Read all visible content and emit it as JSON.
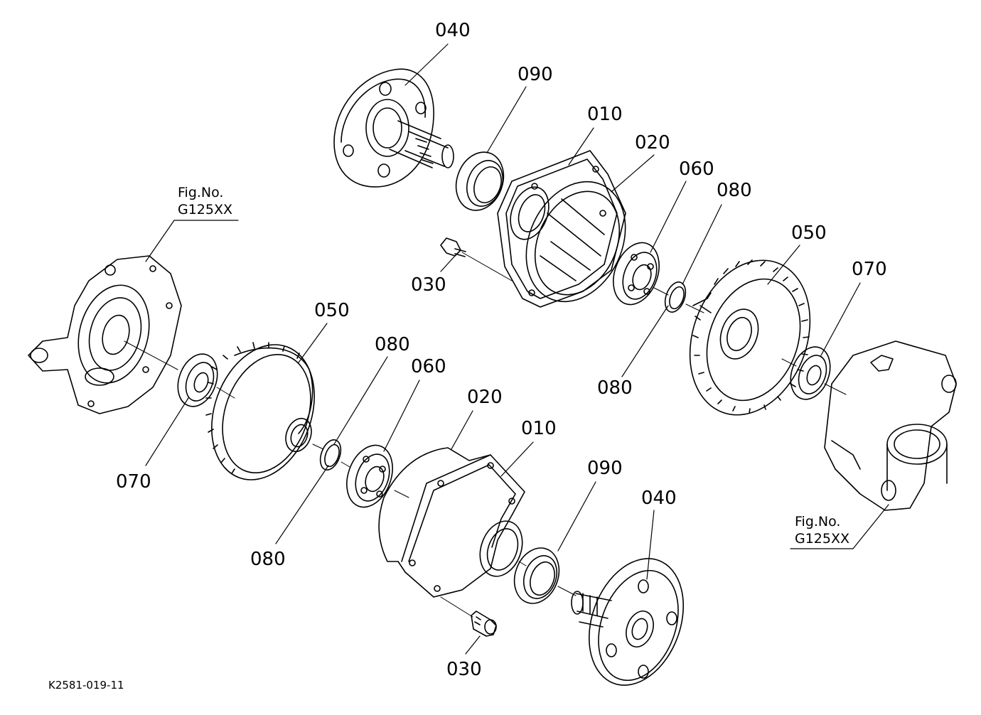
{
  "diagram": {
    "drawing_code": "K2581-019-11",
    "fig_refs": [
      {
        "line1": "Fig.No.",
        "line2": "G125XX"
      },
      {
        "line1": "Fig.No.",
        "line2": "G125XX"
      }
    ],
    "callouts_upper": {
      "p040": "040",
      "p090": "090",
      "p010": "010",
      "p020": "020",
      "p060": "060",
      "p080a": "080",
      "p050": "050",
      "p070": "070",
      "p030": "030",
      "p080b": "080"
    },
    "callouts_lower": {
      "p050": "050",
      "p080a": "080",
      "p060": "060",
      "p020": "020",
      "p010": "010",
      "p090": "090",
      "p040": "040",
      "p070": "070",
      "p080b": "080",
      "p030": "030"
    }
  }
}
